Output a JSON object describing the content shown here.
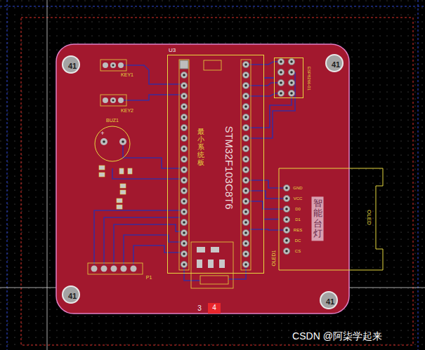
{
  "diagram": {
    "nodes": [
      {
        "text": [
          "41"
        ]
      },
      {
        "text": [
          "U3",
          "STM32F103C8T6",
          "最小系统板"
        ]
      },
      {
        "text": [
          "ESP8266-01"
        ]
      },
      {
        "text": [
          "41"
        ]
      },
      {
        "text": [
          "OLED1",
          "OLED",
          "智能台灯"
        ]
      },
      {
        "text": [
          "41"
        ]
      },
      {
        "text": [
          "4"
        ]
      },
      {
        "text": [
          "41"
        ]
      }
    ],
    "edges": [
      {
        "from": 1,
        "to": 2,
        "arrow": "none"
      },
      {
        "from": 1,
        "to": 4,
        "arrow": "none"
      }
    ],
    "labels": [
      "KEY1",
      "KEY2",
      "BUZ1",
      "+",
      "GND",
      "VCC",
      "D0",
      "D1",
      "RES",
      "DC",
      "CS",
      "P1",
      "3",
      "CSDN @阿柒学起来"
    ]
  }
}
